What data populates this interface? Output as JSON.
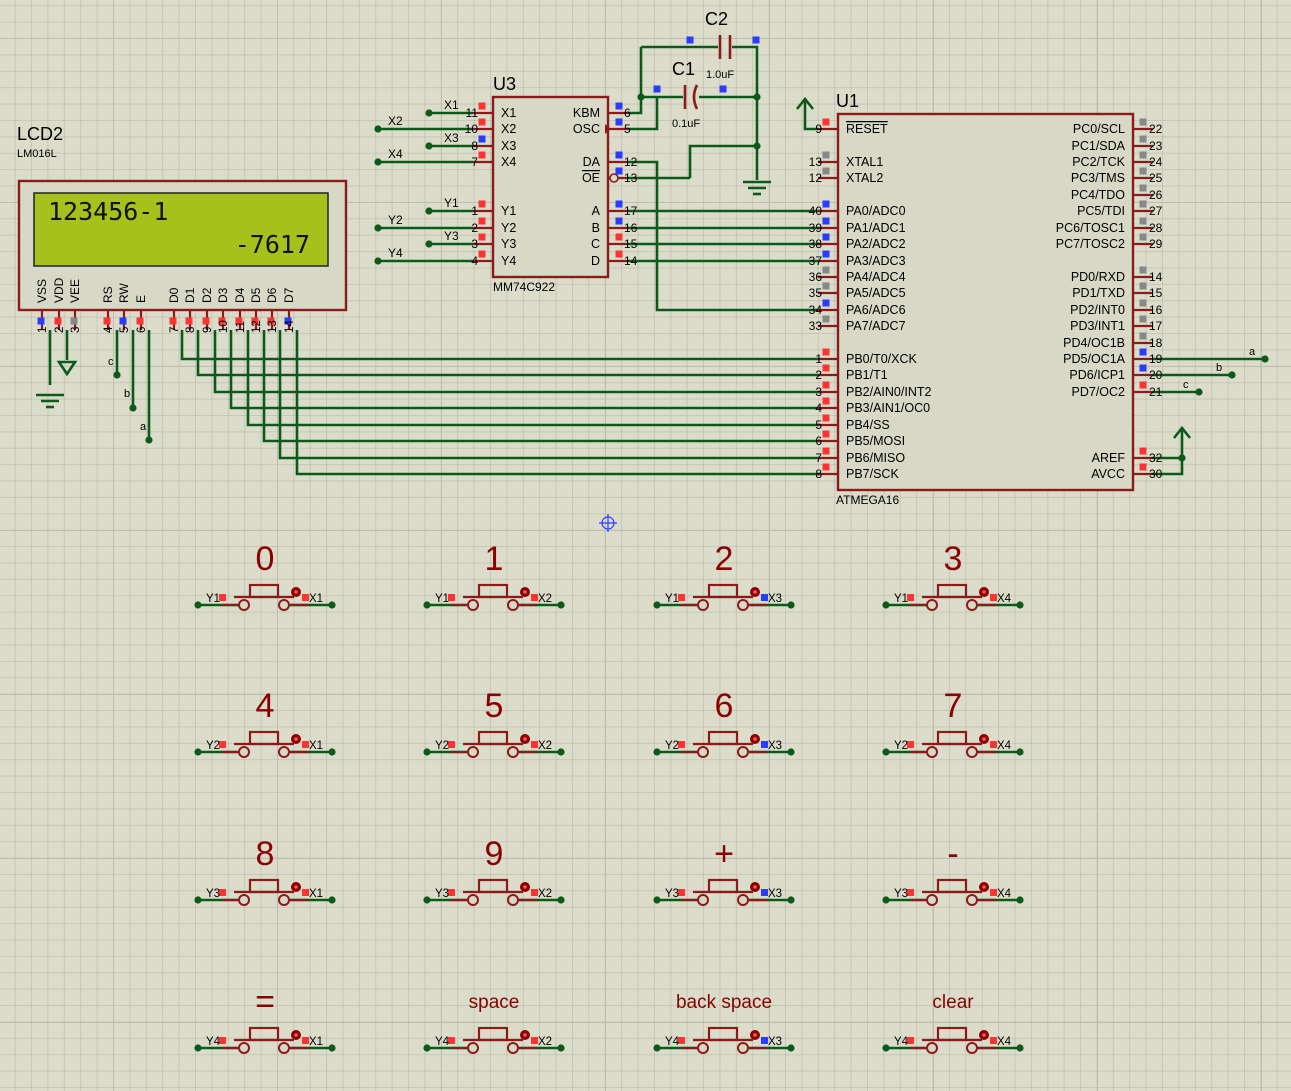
{
  "colors": {
    "wire": "#0b5a1a",
    "body": "#8b1a1a",
    "chip_fill": "#d8d8c6",
    "lcd_screen": "#a6c11c",
    "pin_red": "#ff3333",
    "pin_blue": "#2a3cff",
    "pin_gray": "#888888"
  },
  "lcd": {
    "ref": "LCD2",
    "model": "LM016L",
    "line1": "123456-1",
    "line2": "-7617",
    "pins": [
      {
        "name": "VSS",
        "num": "1"
      },
      {
        "name": "VDD",
        "num": "2"
      },
      {
        "name": "VEE",
        "num": "3"
      },
      {
        "name": "RS",
        "num": "4"
      },
      {
        "name": "RW",
        "num": "5"
      },
      {
        "name": "E",
        "num": "6"
      },
      {
        "name": "D0",
        "num": "7"
      },
      {
        "name": "D1",
        "num": "8"
      },
      {
        "name": "D2",
        "num": "9"
      },
      {
        "name": "D3",
        "num": "10"
      },
      {
        "name": "D4",
        "num": "11"
      },
      {
        "name": "D5",
        "num": "12"
      },
      {
        "name": "D6",
        "num": "13"
      },
      {
        "name": "D7",
        "num": "14"
      }
    ],
    "net_labels": [
      "c",
      "b",
      "a"
    ]
  },
  "u3": {
    "ref": "U3",
    "model": "MM74C922",
    "left_pins": [
      {
        "name": "X1",
        "num": "11",
        "net": "X1"
      },
      {
        "name": "X2",
        "num": "10",
        "net": "X2"
      },
      {
        "name": "X3",
        "num": "8",
        "net": "X3"
      },
      {
        "name": "X4",
        "num": "7",
        "net": "X4"
      },
      {
        "name": "Y1",
        "num": "1",
        "net": "Y1"
      },
      {
        "name": "Y2",
        "num": "2",
        "net": "Y2"
      },
      {
        "name": "Y3",
        "num": "3",
        "net": "Y3"
      },
      {
        "name": "Y4",
        "num": "4",
        "net": "Y4"
      }
    ],
    "right_pins": [
      {
        "name": "KBM",
        "num": "6"
      },
      {
        "name": "OSC",
        "num": "5"
      },
      {
        "name": "DA",
        "num": "12"
      },
      {
        "name": "OE",
        "num": "13"
      },
      {
        "name": "A",
        "num": "17"
      },
      {
        "name": "B",
        "num": "16"
      },
      {
        "name": "C",
        "num": "15"
      },
      {
        "name": "D",
        "num": "14"
      }
    ]
  },
  "caps": [
    {
      "ref": "C2",
      "value": "1.0uF"
    },
    {
      "ref": "C1",
      "value": "0.1uF"
    }
  ],
  "u1": {
    "ref": "U1",
    "model": "ATMEGA16",
    "left_pins": [
      {
        "name": "RESET",
        "num": "9"
      },
      {
        "name": "XTAL1",
        "num": "13"
      },
      {
        "name": "XTAL2",
        "num": "12"
      },
      {
        "name": "PA0/ADC0",
        "num": "40"
      },
      {
        "name": "PA1/ADC1",
        "num": "39"
      },
      {
        "name": "PA2/ADC2",
        "num": "38"
      },
      {
        "name": "PA3/ADC3",
        "num": "37"
      },
      {
        "name": "PA4/ADC4",
        "num": "36"
      },
      {
        "name": "PA5/ADC5",
        "num": "35"
      },
      {
        "name": "PA6/ADC6",
        "num": "34"
      },
      {
        "name": "PA7/ADC7",
        "num": "33"
      },
      {
        "name": "PB0/T0/XCK",
        "num": "1"
      },
      {
        "name": "PB1/T1",
        "num": "2"
      },
      {
        "name": "PB2/AIN0/INT2",
        "num": "3"
      },
      {
        "name": "PB3/AIN1/OC0",
        "num": "4"
      },
      {
        "name": "PB4/SS",
        "num": "5"
      },
      {
        "name": "PB5/MOSI",
        "num": "6"
      },
      {
        "name": "PB6/MISO",
        "num": "7"
      },
      {
        "name": "PB7/SCK",
        "num": "8"
      }
    ],
    "right_pins": [
      {
        "name": "PC0/SCL",
        "num": "22"
      },
      {
        "name": "PC1/SDA",
        "num": "23"
      },
      {
        "name": "PC2/TCK",
        "num": "24"
      },
      {
        "name": "PC3/TMS",
        "num": "25"
      },
      {
        "name": "PC4/TDO",
        "num": "26"
      },
      {
        "name": "PC5/TDI",
        "num": "27"
      },
      {
        "name": "PC6/TOSC1",
        "num": "28"
      },
      {
        "name": "PC7/TOSC2",
        "num": "29"
      },
      {
        "name": "PD0/RXD",
        "num": "14"
      },
      {
        "name": "PD1/TXD",
        "num": "15"
      },
      {
        "name": "PD2/INT0",
        "num": "16"
      },
      {
        "name": "PD3/INT1",
        "num": "17"
      },
      {
        "name": "PD4/OC1B",
        "num": "18"
      },
      {
        "name": "PD5/OC1A",
        "num": "19"
      },
      {
        "name": "PD6/ICP1",
        "num": "20"
      },
      {
        "name": "PD7/OC2",
        "num": "21"
      },
      {
        "name": "AREF",
        "num": "32"
      },
      {
        "name": "AVCC",
        "num": "30"
      }
    ],
    "net_labels": [
      "a",
      "b",
      "c"
    ]
  },
  "keys": [
    {
      "label": "0",
      "y": "Y1",
      "x": "X1"
    },
    {
      "label": "1",
      "y": "Y1",
      "x": "X2"
    },
    {
      "label": "2",
      "y": "Y1",
      "x": "X3"
    },
    {
      "label": "3",
      "y": "Y1",
      "x": "X4"
    },
    {
      "label": "4",
      "y": "Y2",
      "x": "X1"
    },
    {
      "label": "5",
      "y": "Y2",
      "x": "X2"
    },
    {
      "label": "6",
      "y": "Y2",
      "x": "X3"
    },
    {
      "label": "7",
      "y": "Y2",
      "x": "X4"
    },
    {
      "label": "8",
      "y": "Y3",
      "x": "X1"
    },
    {
      "label": "9",
      "y": "Y3",
      "x": "X2"
    },
    {
      "label": "+",
      "y": "Y3",
      "x": "X3"
    },
    {
      "label": "-",
      "y": "Y3",
      "x": "X4"
    },
    {
      "label": "=",
      "y": "Y4",
      "x": "X1"
    },
    {
      "label": "space",
      "y": "Y4",
      "x": "X2"
    },
    {
      "label": "back space",
      "y": "Y4",
      "x": "X3"
    },
    {
      "label": "clear",
      "y": "Y4",
      "x": "X4"
    }
  ]
}
